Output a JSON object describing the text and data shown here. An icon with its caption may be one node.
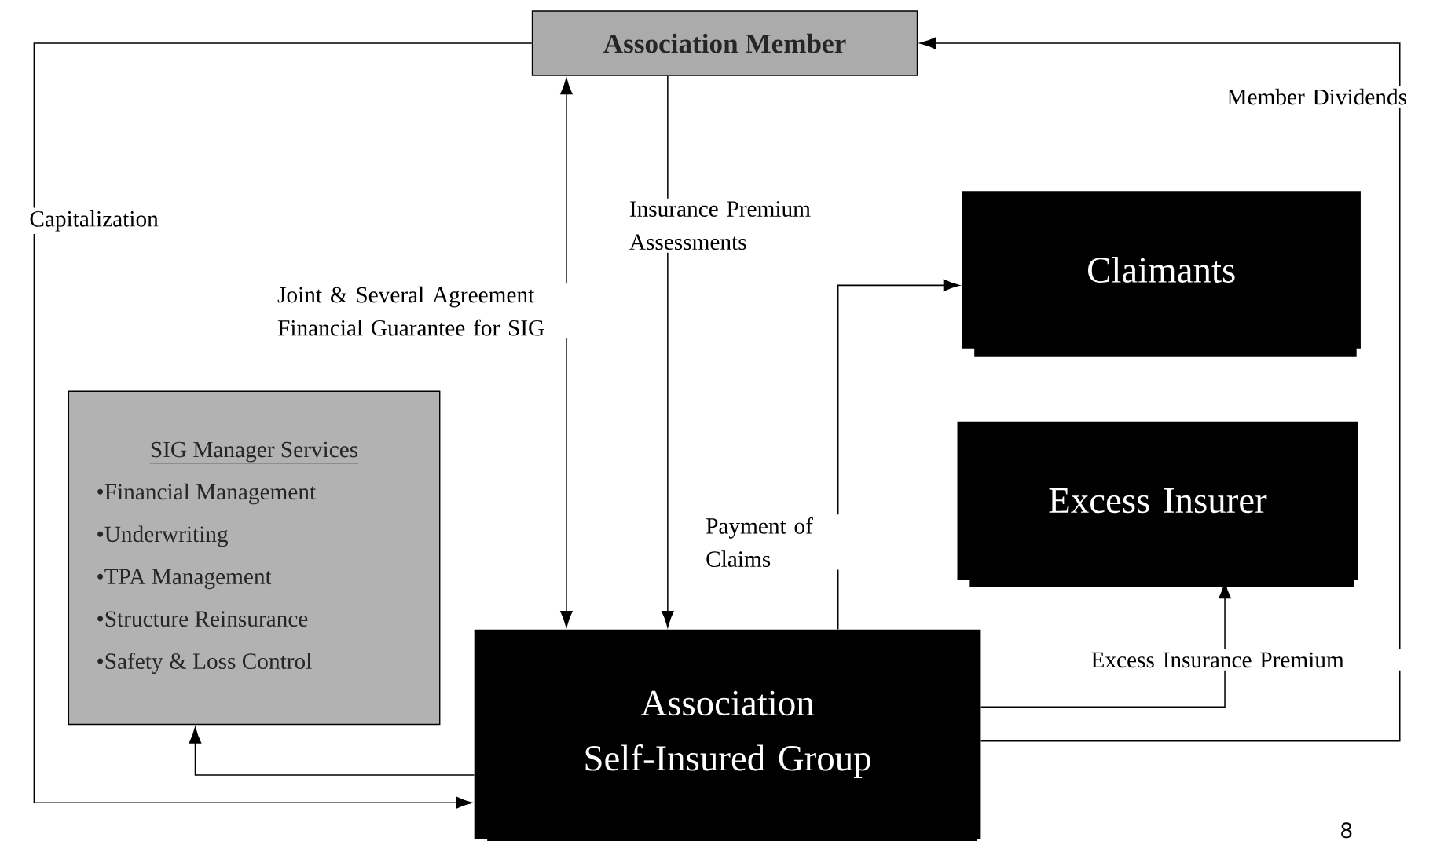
{
  "diagram": {
    "nodes": [
      {
        "text": [
          "Association Member"
        ]
      },
      {
        "text": [
          "Claimants"
        ]
      },
      {
        "text": [
          "Excess Insurer"
        ]
      },
      {
        "text": [
          "SIG Manager Services",
          "•Financial Management",
          "•Underwriting",
          "•TPA Management",
          "•Structure Reinsurance",
          "•Safety & Loss Control"
        ]
      },
      {
        "text": [
          "Association Self-Insured Group"
        ]
      }
    ],
    "edges": [
      {
        "from": 0,
        "to": 4,
        "arrow": "to",
        "label": "Capitalization"
      },
      {
        "from": 4,
        "to": 0,
        "arrow": "to",
        "label": "Member Dividends"
      },
      {
        "from": 0,
        "to": 4,
        "arrow": "both",
        "label": "Joint & Several Agreement Financial Guarantee for SIG"
      },
      {
        "from": 0,
        "to": 4,
        "arrow": "to",
        "label": "Insurance Premium Assessments"
      },
      {
        "from": 4,
        "to": 1,
        "arrow": "to",
        "label": "Payment of Claims"
      },
      {
        "from": 4,
        "to": 2,
        "arrow": "to",
        "label": "Excess Insurance Premium"
      },
      {
        "from": 4,
        "to": 3,
        "arrow": "to"
      }
    ],
    "labels": [
      "8"
    ]
  }
}
